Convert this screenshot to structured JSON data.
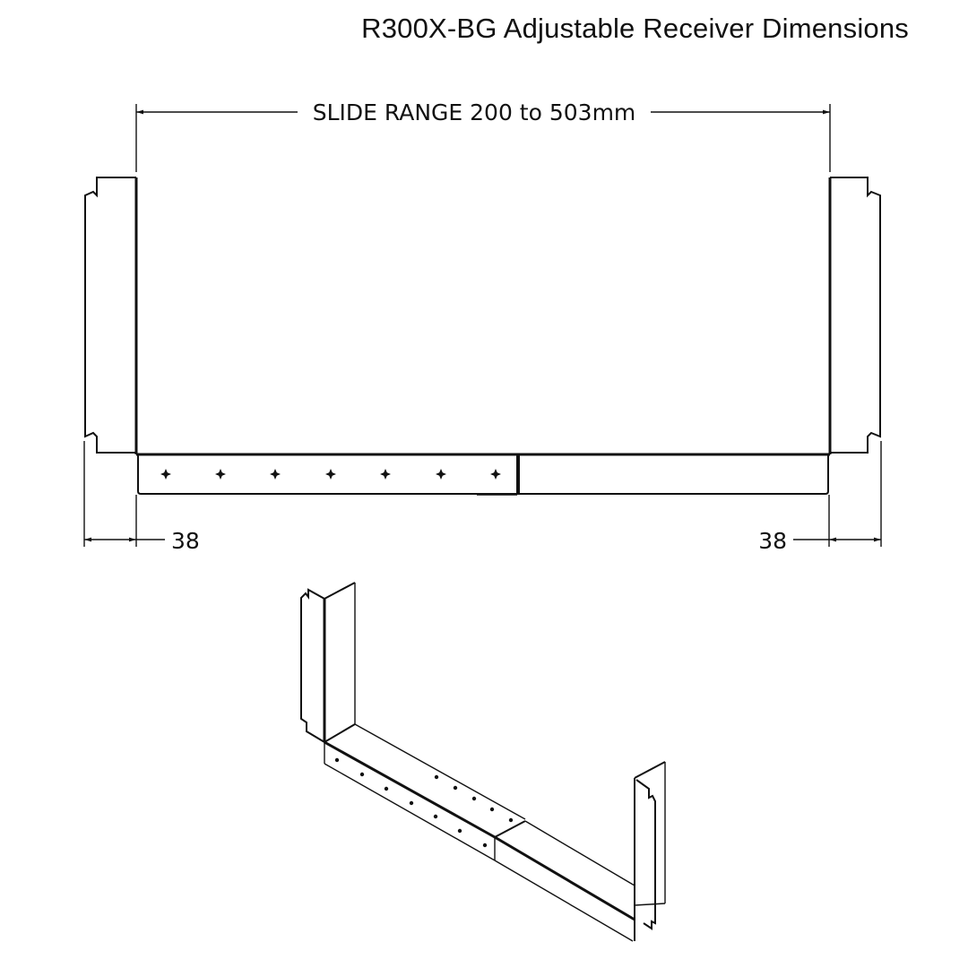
{
  "title": "R300X-BG Adjustable Receiver Dimensions",
  "front_view": {
    "slide_range_label": "SLIDE RANGE 200 to 503mm",
    "slide_range_min_mm": 200,
    "slide_range_max_mm": 503,
    "left_offset_label": "38",
    "right_offset_label": "38",
    "hole_count": 7
  },
  "isometric_view": {
    "label": "isometric view of adjustable receiver"
  },
  "colors": {
    "line": "#111111",
    "background": "#ffffff"
  }
}
